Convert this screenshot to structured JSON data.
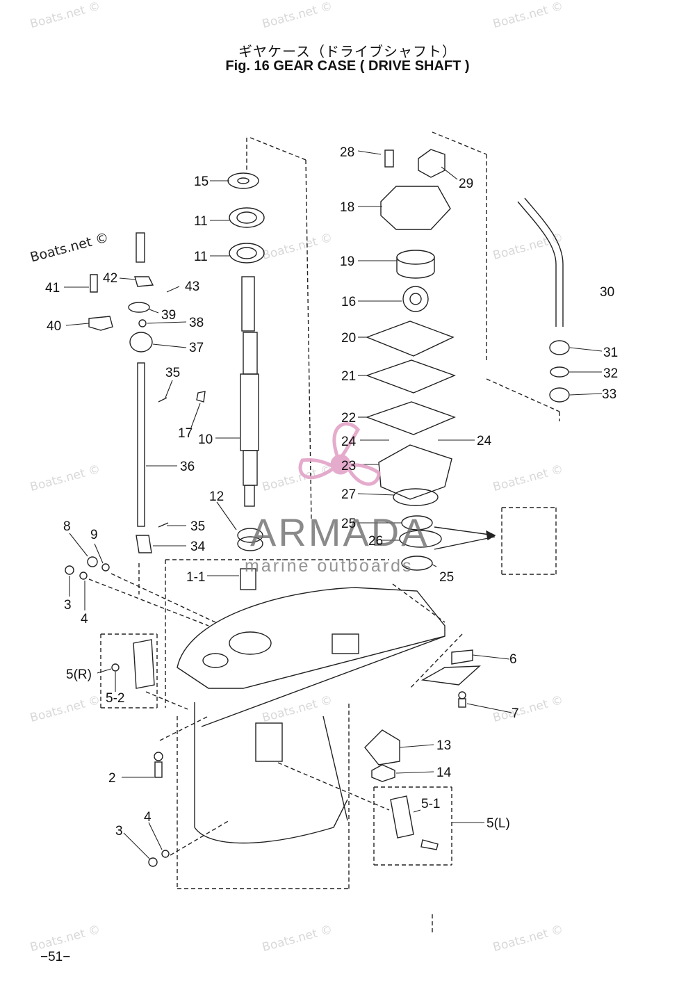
{
  "title_jp": "ギヤケース（ドライブシャフト）",
  "title_en": "Fig. 16   GEAR CASE ( DRIVE SHAFT )",
  "watermark": "Boats.net ©",
  "logo": {
    "name": "ARMADA",
    "tagline": "marine outboards",
    "color": "#e3a3c7"
  },
  "page_number": "−51−",
  "parts": {
    "p15": "15",
    "p11a": "11",
    "p11b": "11",
    "p41": "41",
    "p42": "42",
    "p43": "43",
    "p39": "39",
    "p38": "38",
    "p40": "40",
    "p37": "37",
    "p35a": "35",
    "p17": "17",
    "p10": "10",
    "p36": "36",
    "p12": "12",
    "p35b": "35",
    "p34": "34",
    "p8": "8",
    "p9": "9",
    "p3a": "3",
    "p4a": "4",
    "p1_1": "1-1",
    "p5r": "5(R)",
    "p5_2": "5-2",
    "p2": "2",
    "p3b": "3",
    "p4b": "4",
    "p28": "28",
    "p29": "29",
    "p18": "18",
    "p19": "19",
    "p16": "16",
    "p20": "20",
    "p21": "21",
    "p22": "22",
    "p24a": "24",
    "p24b": "24",
    "p23": "23",
    "p27": "27",
    "p25a": "25",
    "p26": "26",
    "p25b": "25",
    "p30": "30",
    "p31": "31",
    "p32": "32",
    "p33": "33",
    "p6": "6",
    "p7": "7",
    "p13": "13",
    "p14": "14",
    "p5_1": "5-1",
    "p5l": "5(L)"
  }
}
